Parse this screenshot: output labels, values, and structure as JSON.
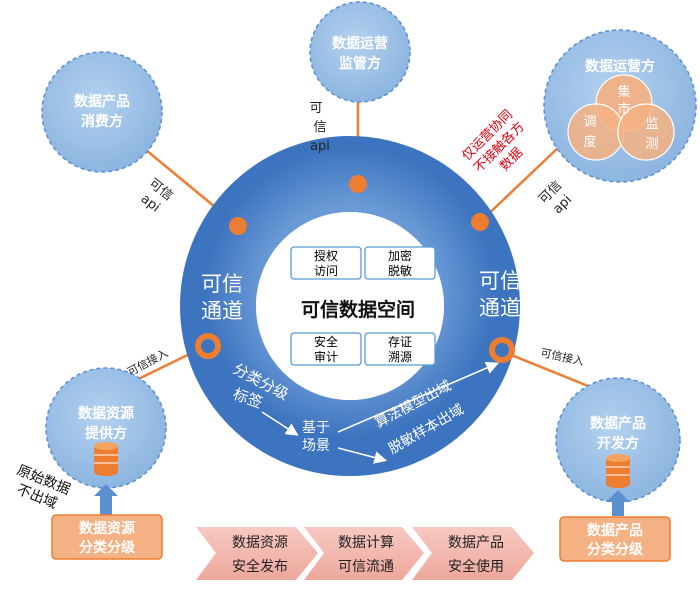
{
  "center_title": "可信数据空间",
  "inner_boxes": [
    {
      "line1": "授权",
      "line2": "访问"
    },
    {
      "line1": "加密",
      "line2": "脱敏"
    },
    {
      "line1": "安全",
      "line2": "审计"
    },
    {
      "line1": "存证",
      "line2": "溯源"
    }
  ],
  "channel_left": {
    "line1": "可信",
    "line2": "通道"
  },
  "channel_right": {
    "line1": "可信",
    "line2": "通道"
  },
  "ring_flow": {
    "classify": "分类分级",
    "tag": "标签",
    "scene_line1": "基于",
    "scene_line2": "场景",
    "algo_out": "算法模型出域",
    "sample_out": "脱敏样本出域"
  },
  "parties": {
    "consumer": {
      "line1": "数据产品",
      "line2": "消费方"
    },
    "regulator": {
      "line1": "数据运营",
      "line2": "监管方"
    },
    "operator": {
      "title": "数据运营方",
      "sub_a": "集",
      "sub_a2": "市",
      "sub_b": "调",
      "sub_b2": "度",
      "sub_c": "监",
      "sub_c2": "测"
    },
    "provider": {
      "line1": "数据资源",
      "line2": "提供方"
    },
    "developer": {
      "line1": "数据产品",
      "line2": "开发方"
    }
  },
  "api_labels": {
    "left": {
      "line1": "可信",
      "line2": "api"
    },
    "top": {
      "line1": "可信",
      "line2": "api"
    },
    "right": {
      "line1": "可信",
      "line2": "api"
    }
  },
  "access_left": "可信接入",
  "access_right": "可信接入",
  "red_note": {
    "line1": "仅运营协同",
    "line2": "不接触各方",
    "line3": "数据"
  },
  "raw_data_note": {
    "line1": "原始数据",
    "line2": "不出域"
  },
  "classify_boxes": {
    "left": {
      "line1": "数据资源",
      "line2": "分类分级"
    },
    "right": {
      "line1": "数据产品",
      "line2": "分类分级"
    }
  },
  "arrow_steps": [
    {
      "line1": "数据资源",
      "line2": "安全发布"
    },
    {
      "line1": "数据计算",
      "line2": "可信流通"
    },
    {
      "line1": "数据产品",
      "line2": "安全使用"
    }
  ],
  "colors": {
    "ring": "#5b8fd0",
    "circle": "#9dc3e6",
    "orange": "#ed7d31",
    "red": "#e0000f",
    "box_border": "#5b9bd5"
  }
}
